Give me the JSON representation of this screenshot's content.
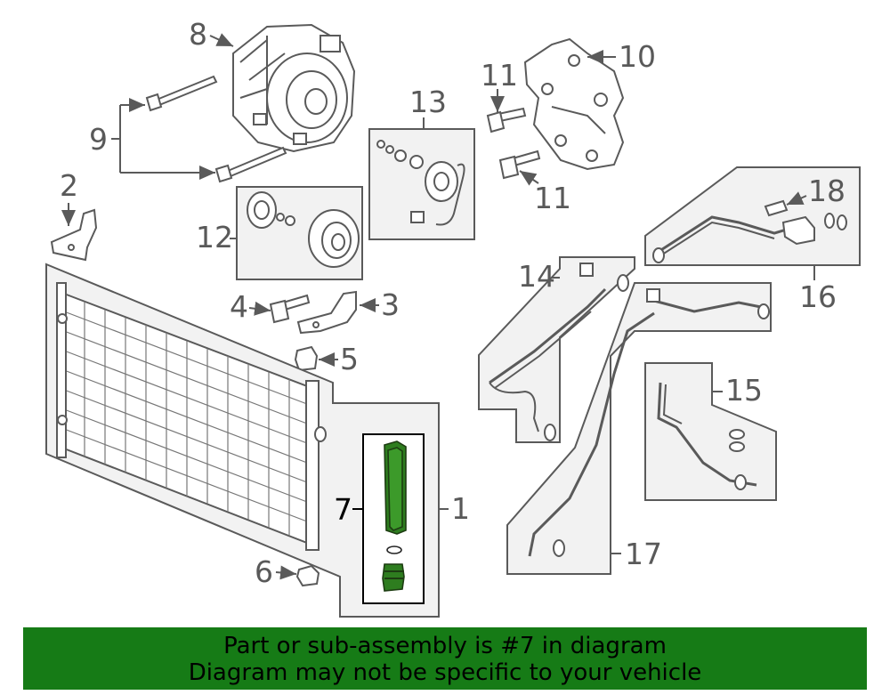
{
  "callouts": {
    "c1": "1",
    "c2": "2",
    "c3": "3",
    "c4": "4",
    "c5": "5",
    "c6": "6",
    "c7": "7",
    "c8": "8",
    "c9": "9",
    "c10": "10",
    "c11a": "11",
    "c11b": "11",
    "c12": "12",
    "c13": "13",
    "c14": "14",
    "c15": "15",
    "c16": "16",
    "c17": "17",
    "c18": "18"
  },
  "banner": {
    "line1": "Part or sub-assembly is #7 in diagram",
    "line2": "Diagram may not be specific to your vehicle"
  },
  "colors": {
    "highlight": "#2e7d1f",
    "banner_bg": "#167b16",
    "linework": "#5a5a5a"
  }
}
